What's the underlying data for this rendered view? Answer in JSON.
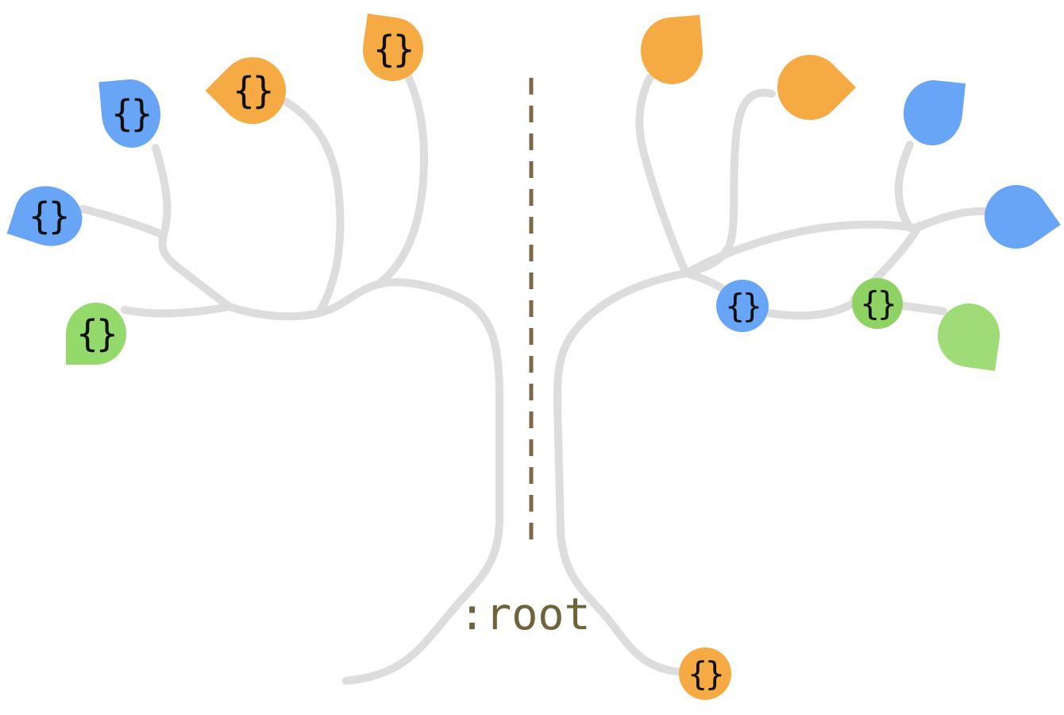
{
  "illustration": {
    "background": "#FFFFFF",
    "branch_color": "#DDDDDD",
    "dashed_line_color": "#7C6843",
    "brace_text_color": "#101010",
    "root_label": {
      "text": ":root",
      "color": "#6F6339"
    },
    "nodes": [
      {
        "id": "leaf-top-left-blue",
        "shape": "teardrop-leaf",
        "color": "#69A5F6",
        "label": "{}"
      },
      {
        "id": "leaf-upper-left-orange",
        "shape": "teardrop-leaf",
        "color": "#F6AA43",
        "label": "{}"
      },
      {
        "id": "leaf-top-center-left-orange",
        "shape": "teardrop-leaf",
        "color": "#F6AA43",
        "label": "{}"
      },
      {
        "id": "leaf-mid-left-blue",
        "shape": "teardrop-leaf",
        "color": "#69A5F6",
        "label": "{}"
      },
      {
        "id": "leaf-lower-left-green",
        "shape": "teardrop-leaf",
        "color": "#93D96C",
        "label": "{}"
      },
      {
        "id": "leaf-top-right-orange-1",
        "shape": "teardrop-leaf",
        "color": "#F6AA43",
        "label": ""
      },
      {
        "id": "leaf-top-right-orange-2",
        "shape": "teardrop-leaf",
        "color": "#F6AA43",
        "label": ""
      },
      {
        "id": "leaf-upper-right-blue",
        "shape": "teardrop-leaf",
        "color": "#69A5F6",
        "label": ""
      },
      {
        "id": "leaf-mid-right-blue",
        "shape": "teardrop-leaf",
        "color": "#69A5F6",
        "label": ""
      },
      {
        "id": "leaf-lower-right-green",
        "shape": "teardrop-leaf",
        "color": "#9FDB77",
        "label": ""
      },
      {
        "id": "node-right-blue-circle",
        "shape": "circle",
        "color": "#69A5F6",
        "label": "{}"
      },
      {
        "id": "node-right-green-circle",
        "shape": "circle",
        "color": "#8FD264",
        "label": "{}"
      },
      {
        "id": "node-root-orange-circle",
        "shape": "circle",
        "color": "#F6AA43",
        "label": "{}"
      }
    ]
  }
}
